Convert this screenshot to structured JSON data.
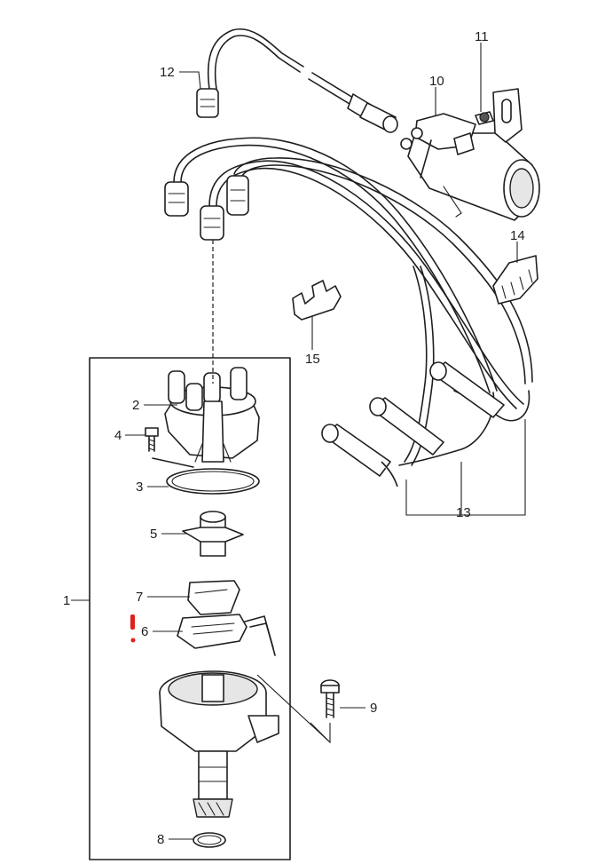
{
  "callouts": {
    "c1": "1",
    "c2": "2",
    "c3": "3",
    "c4": "4",
    "c5": "5",
    "c6": "6",
    "c7": "7",
    "c8": "8",
    "c9": "9",
    "c10": "10",
    "c11": "11",
    "c12": "12",
    "c13": "13",
    "c14": "14",
    "c15": "15"
  },
  "marker": {
    "color": "#e0201a",
    "icon": "exclamation-mark-icon"
  }
}
